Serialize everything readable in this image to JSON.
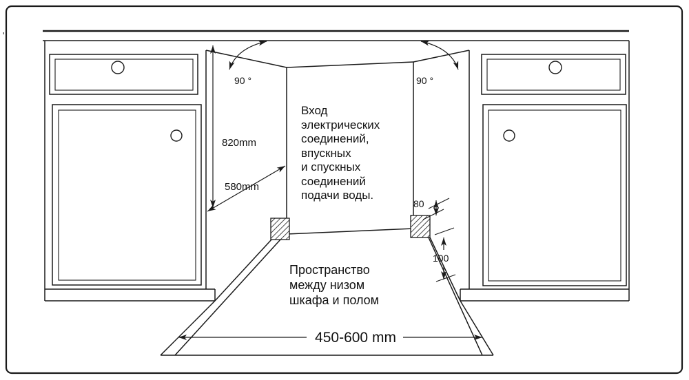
{
  "diagram": {
    "stray_mark": "'",
    "labels": {
      "angle_left": "90 °",
      "angle_right": "90 °",
      "cabinet_height": "820mm",
      "cabinet_depth": "580mm",
      "plinth_height": "80",
      "plinth_depth": "100",
      "opening_width": "450-600 mm"
    },
    "center_note": {
      "lines": [
        "Вход",
        "электрических",
        "соединений,",
        "впускных",
        "и спускных",
        "соединений",
        "подачи воды."
      ]
    },
    "floor_note": {
      "lines": [
        "Пространство",
        "между низом",
        "шкафа и полом"
      ]
    },
    "colors": {
      "line": "#1a1a1a",
      "background": "#ffffff"
    }
  }
}
